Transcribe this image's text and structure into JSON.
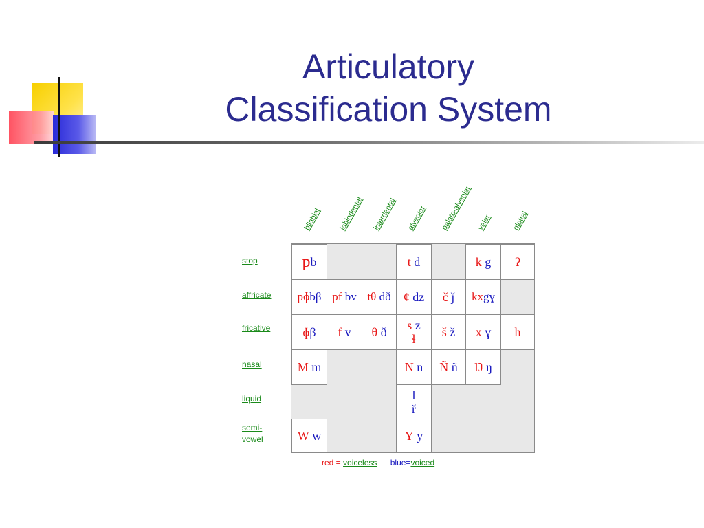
{
  "slide": {
    "title_line1": "Articulatory",
    "title_line2": "Classification System"
  },
  "columns": [
    "bilabial",
    "labiodental",
    "interdental",
    "alveolar",
    "palato-alveolar",
    "velar",
    "glottal"
  ],
  "rows": [
    "stop",
    "affricate",
    "fricative",
    "nasal",
    "liquid",
    "semi-",
    "vowel"
  ],
  "cells": {
    "stop_bilabial": {
      "voiceless": "p",
      "voiced": "b"
    },
    "stop_alveolar": {
      "voiceless": "t",
      "voiced": "d"
    },
    "stop_velar": {
      "voiceless": "k",
      "voiced": "g"
    },
    "stop_glottal": {
      "voiceless": "ʔ"
    },
    "affricate_bilabial": {
      "voiceless": "pɸ",
      "voiced": "bβ"
    },
    "affricate_labiodental": {
      "voiceless": "pf",
      "voiced": "bv"
    },
    "affricate_interdental": {
      "voiceless": "tθ",
      "voiced": "dð"
    },
    "affricate_alveolar": {
      "voiceless": "¢",
      "voiced": "dz"
    },
    "affricate_palato": {
      "voiceless": "č",
      "voiced": "ǰ"
    },
    "affricate_velar": {
      "voiceless": "kx",
      "voiced": "gɣ"
    },
    "fricative_bilabial": {
      "voiceless": "ɸ",
      "voiced": "β"
    },
    "fricative_labiodental": {
      "voiceless": "f",
      "voiced": "v"
    },
    "fricative_interdental": {
      "voiceless": "θ",
      "voiced": "ð"
    },
    "fricative_alveolar": {
      "voiceless": "s",
      "voiced": "z",
      "extra": "ɬ"
    },
    "fricative_palato": {
      "voiceless": "š",
      "voiced": "ž"
    },
    "fricative_velar": {
      "voiceless": "x",
      "voiced": "ɣ"
    },
    "fricative_glottal": {
      "voiceless": "h"
    },
    "nasal_bilabial": {
      "voiceless": "M",
      "voiced": "m"
    },
    "nasal_alveolar": {
      "voiceless": "N",
      "voiced": "n"
    },
    "nasal_palato": {
      "voiceless": "Ñ",
      "voiced": "ñ"
    },
    "nasal_velar": {
      "voiceless": "Ŋ",
      "voiced": "ŋ"
    },
    "liquid_alveolar": {
      "voiced": "l",
      "voiced2": "ř"
    },
    "semivowel_bilabial": {
      "voiceless": "W",
      "voiced": "w"
    },
    "semivowel_alveolar": {
      "voiceless": "Y",
      "voiced": "y"
    }
  },
  "legend": {
    "red": "red =",
    "voiceless": "voiceless",
    "blue": "blue=",
    "voiced": "voiced"
  },
  "colors": {
    "voiceless": "#e81818",
    "voiced": "#1b1bbf",
    "labels": "#1a8a1a",
    "title": "#2b2b8f"
  }
}
